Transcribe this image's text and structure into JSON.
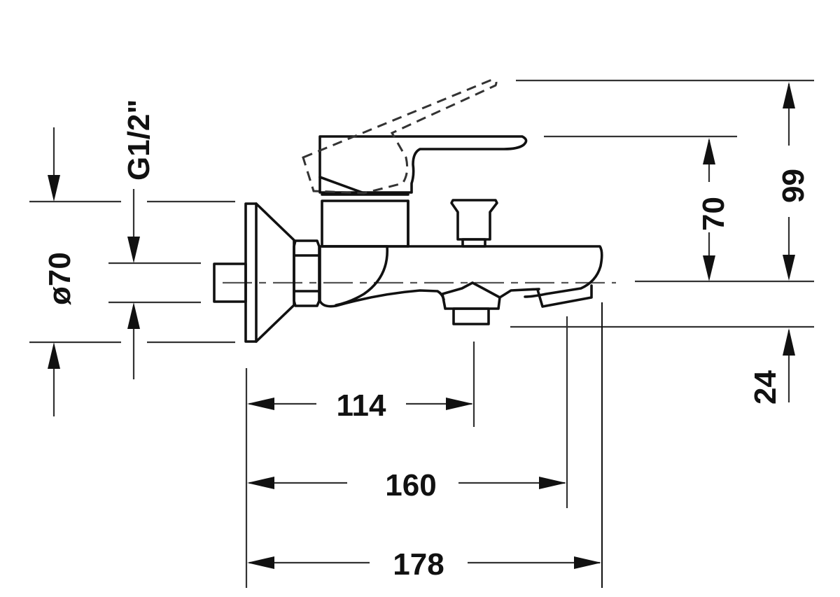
{
  "drawing": {
    "subject": "single-lever bath mixer, wall-mounted, side view",
    "colors": {
      "line": "#111111",
      "dimension": "#333333",
      "background": "#ffffff"
    },
    "dimensions": {
      "connection_thread": {
        "label": "G1/2\"",
        "orientation": "vertical"
      },
      "rosette_diameter": {
        "label": "ø70",
        "orientation": "vertical"
      },
      "lever_height_above_axis": {
        "label": "70",
        "orientation": "vertical"
      },
      "lever_open_height_above_axis": {
        "label": "99",
        "orientation": "vertical"
      },
      "spout_drop_below_axis": {
        "label": "24",
        "orientation": "vertical"
      },
      "wall_to_diverter": {
        "label": "114",
        "orientation": "horizontal"
      },
      "wall_to_spout_outlet": {
        "label": "160",
        "orientation": "horizontal"
      },
      "overall_projection": {
        "label": "178",
        "orientation": "horizontal"
      }
    }
  }
}
